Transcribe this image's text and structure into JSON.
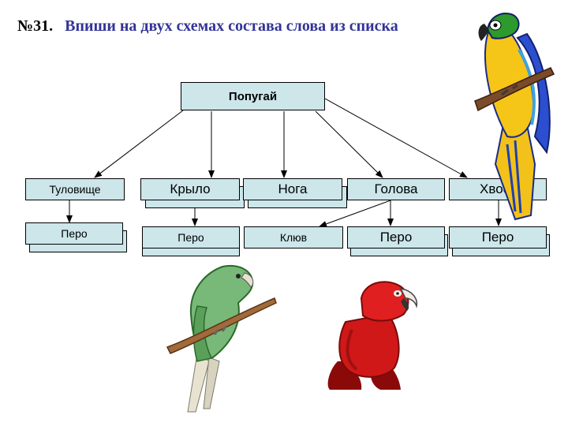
{
  "header": {
    "number": "№31.",
    "task": "Впиши на двух схемах состава слова из списка"
  },
  "diagram": {
    "root": "Попугай",
    "parts": [
      "Туловище",
      "Крыло",
      "Нога",
      "Голова",
      "Хвост"
    ],
    "sub": {
      "body": "Перо",
      "wing": "Перо",
      "beak": "Клюв",
      "head": "Перо",
      "tail": "Перо"
    }
  },
  "colors": {
    "title_number": "#000000",
    "title_text": "#333399",
    "box_fill": "#cce6ea"
  },
  "illustrations": [
    "blue-yellow-macaw",
    "green-parrot",
    "red-parrot"
  ]
}
